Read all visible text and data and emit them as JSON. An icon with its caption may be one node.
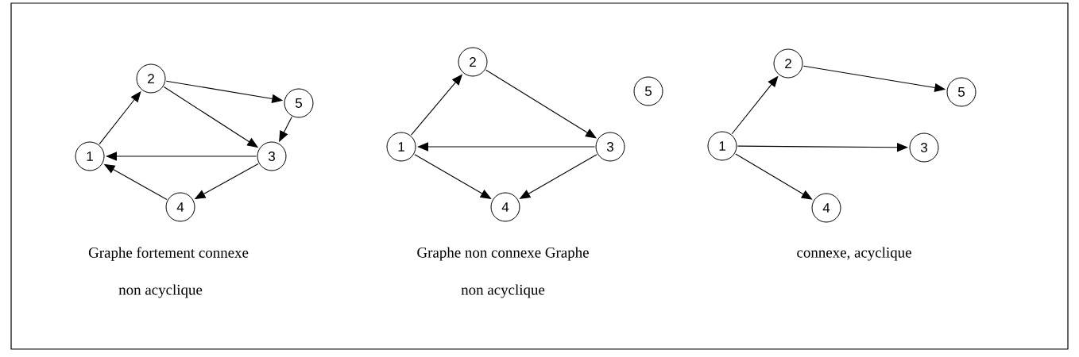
{
  "diagram": {
    "nodes": [
      {
        "text": [
          "1"
        ]
      },
      {
        "text": [
          "2"
        ]
      },
      {
        "text": [
          "3"
        ]
      },
      {
        "text": [
          "4"
        ]
      },
      {
        "text": [
          "5"
        ]
      },
      {
        "text": [
          "1"
        ]
      },
      {
        "text": [
          "2"
        ]
      },
      {
        "text": [
          "3"
        ]
      },
      {
        "text": [
          "4"
        ]
      },
      {
        "text": [
          "5"
        ]
      },
      {
        "text": [
          "1"
        ]
      },
      {
        "text": [
          "2"
        ]
      },
      {
        "text": [
          "3"
        ]
      },
      {
        "text": [
          "4"
        ]
      },
      {
        "text": [
          "5"
        ]
      }
    ],
    "edges": [
      {
        "from": 0,
        "to": 1,
        "arrow": "to"
      },
      {
        "from": 1,
        "to": 4,
        "arrow": "to"
      },
      {
        "from": 1,
        "to": 2,
        "arrow": "to"
      },
      {
        "from": 4,
        "to": 2,
        "arrow": "to"
      },
      {
        "from": 2,
        "to": 0,
        "arrow": "to"
      },
      {
        "from": 2,
        "to": 3,
        "arrow": "to"
      },
      {
        "from": 3,
        "to": 0,
        "arrow": "to"
      },
      {
        "from": 5,
        "to": 6,
        "arrow": "to"
      },
      {
        "from": 6,
        "to": 7,
        "arrow": "to"
      },
      {
        "from": 7,
        "to": 5,
        "arrow": "to"
      },
      {
        "from": 5,
        "to": 8,
        "arrow": "to"
      },
      {
        "from": 7,
        "to": 8,
        "arrow": "to"
      },
      {
        "from": 10,
        "to": 11,
        "arrow": "to"
      },
      {
        "from": 11,
        "to": 14,
        "arrow": "to"
      },
      {
        "from": 10,
        "to": 12,
        "arrow": "to"
      },
      {
        "from": 10,
        "to": 13,
        "arrow": "to"
      }
    ],
    "labels": [
      "Graphe fortement connexe",
      "Graphe non connexe Graphe",
      "connexe, acyclique",
      "non acyclique",
      "non acyclique"
    ]
  }
}
